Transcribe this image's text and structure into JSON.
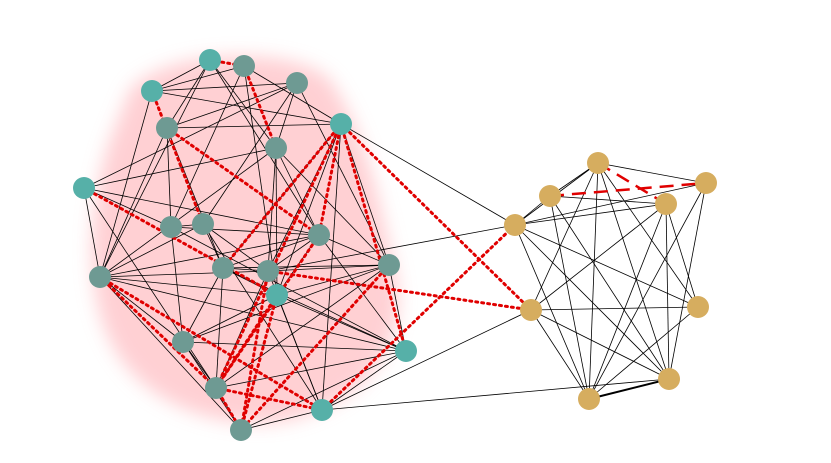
{
  "colors": {
    "background": "#ffffff",
    "region_fill": "#ffc8cc",
    "teal_node": "#56b0a8",
    "gray_node": "#6e9a93",
    "gold_node": "#d6ad5f",
    "edge": "#000000",
    "dotted_edge": "#e00000",
    "dashed_edge": "#e00000"
  },
  "region_label": "",
  "nodes": [
    {
      "id": "n1",
      "group": "teal"
    },
    {
      "id": "n2",
      "group": "gray"
    },
    {
      "id": "n3",
      "group": "teal"
    },
    {
      "id": "n4",
      "group": "gray"
    },
    {
      "id": "n5",
      "group": "gray"
    },
    {
      "id": "n6",
      "group": "teal"
    },
    {
      "id": "n7",
      "group": "gray"
    },
    {
      "id": "n8",
      "group": "teal"
    },
    {
      "id": "n9",
      "group": "gray"
    },
    {
      "id": "n10",
      "group": "gray"
    },
    {
      "id": "n11",
      "group": "gray"
    },
    {
      "id": "n12",
      "group": "gray"
    },
    {
      "id": "n13",
      "group": "gray"
    },
    {
      "id": "n14",
      "group": "gray"
    },
    {
      "id": "n15",
      "group": "teal"
    },
    {
      "id": "n16",
      "group": "gray"
    },
    {
      "id": "n17",
      "group": "gray"
    },
    {
      "id": "n18",
      "group": "teal"
    },
    {
      "id": "n19",
      "group": "gray"
    },
    {
      "id": "n20",
      "group": "teal"
    },
    {
      "id": "n21",
      "group": "gray"
    },
    {
      "id": "g1",
      "group": "gold"
    },
    {
      "id": "g2",
      "group": "gold"
    },
    {
      "id": "g3",
      "group": "gold"
    },
    {
      "id": "g4",
      "group": "gold"
    },
    {
      "id": "g5",
      "group": "gold"
    },
    {
      "id": "g6",
      "group": "gold"
    },
    {
      "id": "g7",
      "group": "gold"
    },
    {
      "id": "g8",
      "group": "gold"
    },
    {
      "id": "g9",
      "group": "gold"
    }
  ],
  "edges": [
    {
      "s": "n1",
      "t": "n2",
      "style": "dotted"
    },
    {
      "s": "n1",
      "t": "n3",
      "style": "solid"
    },
    {
      "s": "n1",
      "t": "n5",
      "style": "solid"
    },
    {
      "s": "n1",
      "t": "n7",
      "style": "solid"
    },
    {
      "s": "n1",
      "t": "n11",
      "style": "solid"
    },
    {
      "s": "n1",
      "t": "n12",
      "style": "solid"
    },
    {
      "s": "n2",
      "t": "n3",
      "style": "solid"
    },
    {
      "s": "n2",
      "t": "n6",
      "style": "solid"
    },
    {
      "s": "n2",
      "t": "n7",
      "style": "dotted"
    },
    {
      "s": "n2",
      "t": "n9",
      "style": "solid"
    },
    {
      "s": "n2",
      "t": "n15",
      "style": "solid"
    },
    {
      "s": "n3",
      "t": "n4",
      "style": "solid"
    },
    {
      "s": "n3",
      "t": "n6",
      "style": "solid"
    },
    {
      "s": "n3",
      "t": "n10",
      "style": "dotted"
    },
    {
      "s": "n3",
      "t": "n12",
      "style": "solid"
    },
    {
      "s": "n4",
      "t": "n5",
      "style": "solid"
    },
    {
      "s": "n4",
      "t": "n10",
      "style": "solid"
    },
    {
      "s": "n4",
      "t": "n16",
      "style": "solid"
    },
    {
      "s": "n4",
      "t": "n7",
      "style": "solid"
    },
    {
      "s": "n4",
      "t": "n8",
      "style": "solid"
    },
    {
      "s": "n5",
      "t": "n6",
      "style": "solid"
    },
    {
      "s": "n5",
      "t": "n11",
      "style": "dotted"
    },
    {
      "s": "n5",
      "t": "n13",
      "style": "solid"
    },
    {
      "s": "n5",
      "t": "n9",
      "style": "solid"
    },
    {
      "s": "n5",
      "t": "n12",
      "style": "solid"
    },
    {
      "s": "n6",
      "t": "n11",
      "style": "dotted"
    },
    {
      "s": "n6",
      "t": "n13",
      "style": "solid"
    },
    {
      "s": "n6",
      "t": "n14",
      "style": "solid"
    },
    {
      "s": "n6",
      "t": "n20",
      "style": "solid"
    },
    {
      "s": "n6",
      "t": "n15",
      "style": "solid"
    },
    {
      "s": "n6",
      "t": "n18",
      "style": "dotted"
    },
    {
      "s": "n6",
      "t": "n19",
      "style": "dotted"
    },
    {
      "s": "n6",
      "t": "n16",
      "style": "solid"
    },
    {
      "s": "n6",
      "t": "g1",
      "style": "solid"
    },
    {
      "s": "n6",
      "t": "g4",
      "style": "dotted"
    },
    {
      "s": "n6",
      "t": "n13",
      "style": "dotted"
    },
    {
      "s": "n7",
      "t": "n8",
      "style": "solid"
    },
    {
      "s": "n7",
      "t": "n11",
      "style": "solid"
    },
    {
      "s": "n7",
      "t": "n15",
      "style": "solid"
    },
    {
      "s": "n7",
      "t": "n12",
      "style": "solid"
    },
    {
      "s": "n7",
      "t": "n14",
      "style": "solid"
    },
    {
      "s": "n7",
      "t": "n16",
      "style": "solid"
    },
    {
      "s": "n8",
      "t": "n15",
      "style": "dotted"
    },
    {
      "s": "n8",
      "t": "n12",
      "style": "solid"
    },
    {
      "s": "n8",
      "t": "n9",
      "style": "solid"
    },
    {
      "s": "n8",
      "t": "n11",
      "style": "solid"
    },
    {
      "s": "n8",
      "t": "n19",
      "style": "solid"
    },
    {
      "s": "n9",
      "t": "n10",
      "style": "solid"
    },
    {
      "s": "n9",
      "t": "n11",
      "style": "solid"
    },
    {
      "s": "n9",
      "t": "n17",
      "style": "solid"
    },
    {
      "s": "n9",
      "t": "n18",
      "style": "solid"
    },
    {
      "s": "n9",
      "t": "n10",
      "style": "solid"
    },
    {
      "s": "n10",
      "t": "n12",
      "style": "solid"
    },
    {
      "s": "n10",
      "t": "n14",
      "style": "solid"
    },
    {
      "s": "n10",
      "t": "n20",
      "style": "solid"
    },
    {
      "s": "n10",
      "t": "n13",
      "style": "solid"
    },
    {
      "s": "n11",
      "t": "n13",
      "style": "solid"
    },
    {
      "s": "n11",
      "t": "n16",
      "style": "solid"
    },
    {
      "s": "n11",
      "t": "n12",
      "style": "solid"
    },
    {
      "s": "n11",
      "t": "n19",
      "style": "dotted"
    },
    {
      "s": "n11",
      "t": "n14",
      "style": "solid"
    },
    {
      "s": "n11",
      "t": "n15",
      "style": "solid"
    },
    {
      "s": "n11",
      "t": "n18",
      "style": "solid"
    },
    {
      "s": "n12",
      "t": "n17",
      "style": "solid"
    },
    {
      "s": "n12",
      "t": "n14",
      "style": "solid"
    },
    {
      "s": "n12",
      "t": "n18",
      "style": "solid"
    },
    {
      "s": "n13",
      "t": "n15",
      "style": "solid"
    },
    {
      "s": "n13",
      "t": "n14",
      "style": "solid"
    },
    {
      "s": "n13",
      "t": "n18",
      "style": "solid"
    },
    {
      "s": "n13",
      "t": "n16",
      "style": "solid"
    },
    {
      "s": "n13",
      "t": "n17",
      "style": "solid"
    },
    {
      "s": "n13",
      "t": "n19",
      "style": "solid"
    },
    {
      "s": "n14",
      "t": "n16",
      "style": "solid"
    },
    {
      "s": "n14",
      "t": "n19",
      "style": "solid"
    },
    {
      "s": "n14",
      "t": "n20",
      "style": "solid"
    },
    {
      "s": "n15",
      "t": "n16",
      "style": "solid"
    },
    {
      "s": "n15",
      "t": "n17",
      "style": "solid"
    },
    {
      "s": "n15",
      "t": "n19",
      "style": "dotted"
    },
    {
      "s": "n15",
      "t": "n21",
      "style": "dotted"
    },
    {
      "s": "n15",
      "t": "n18",
      "style": "solid"
    },
    {
      "s": "n15",
      "t": "n20",
      "style": "solid"
    },
    {
      "s": "n16",
      "t": "n19",
      "style": "solid"
    },
    {
      "s": "n16",
      "t": "n21",
      "style": "dotted"
    },
    {
      "s": "n16",
      "t": "n17",
      "style": "solid"
    },
    {
      "s": "n16",
      "t": "n18",
      "style": "solid"
    },
    {
      "s": "n17",
      "t": "n21",
      "style": "solid"
    },
    {
      "s": "n17",
      "t": "n18",
      "style": "solid"
    },
    {
      "s": "n17",
      "t": "n19",
      "style": "solid"
    },
    {
      "s": "n18",
      "t": "n19",
      "style": "solid"
    },
    {
      "s": "n18",
      "t": "n21",
      "style": "solid"
    },
    {
      "s": "n18",
      "t": "n20",
      "style": "solid"
    },
    {
      "s": "n19",
      "t": "n20",
      "style": "dotted"
    },
    {
      "s": "n19",
      "t": "n21",
      "style": "dotted"
    },
    {
      "s": "n20",
      "t": "n21",
      "style": "solid"
    },
    {
      "s": "n21",
      "t": "n17",
      "style": "solid"
    },
    {
      "s": "n12",
      "t": "n20",
      "style": "dotted"
    },
    {
      "s": "n12",
      "t": "n19",
      "style": "dotted"
    },
    {
      "s": "n12",
      "t": "n21",
      "style": "solid"
    },
    {
      "s": "n12",
      "t": "n15",
      "style": "solid"
    },
    {
      "s": "n21",
      "t": "n19",
      "style": "solid"
    },
    {
      "s": "n14",
      "t": "g1",
      "style": "solid"
    },
    {
      "s": "n14",
      "t": "g4",
      "style": "dotted"
    },
    {
      "s": "n19",
      "t": "n21",
      "style": "solid"
    },
    {
      "s": "n20",
      "t": "g1",
      "style": "dotted"
    },
    {
      "s": "n20",
      "t": "g4",
      "style": "solid"
    },
    {
      "s": "n20",
      "t": "g8",
      "style": "solid"
    },
    {
      "s": "n14",
      "t": "n21",
      "style": "dotted"
    },
    {
      "s": "n20",
      "t": "n21",
      "style": "solid"
    },
    {
      "s": "g1",
      "t": "g2",
      "style": "solid"
    },
    {
      "s": "g1",
      "t": "g3",
      "style": "solid"
    },
    {
      "s": "g1",
      "t": "g6",
      "style": "solid"
    },
    {
      "s": "g1",
      "t": "g7",
      "style": "solid"
    },
    {
      "s": "g1",
      "t": "g8",
      "style": "solid"
    },
    {
      "s": "g1",
      "t": "g9",
      "style": "solid"
    },
    {
      "s": "g1",
      "t": "g5",
      "style": "solid"
    },
    {
      "s": "g2",
      "t": "g3",
      "style": "solid"
    },
    {
      "s": "g2",
      "t": "g6",
      "style": "dashed"
    },
    {
      "s": "g2",
      "t": "g8",
      "style": "solid"
    },
    {
      "s": "g2",
      "t": "g9",
      "style": "solid"
    },
    {
      "s": "g3",
      "t": "g6",
      "style": "solid"
    },
    {
      "s": "g3",
      "t": "g7",
      "style": "solid"
    },
    {
      "s": "g3",
      "t": "g8",
      "style": "solid"
    },
    {
      "s": "g3",
      "t": "g9",
      "style": "solid"
    },
    {
      "s": "g3",
      "t": "g4",
      "style": "solid"
    },
    {
      "s": "g3",
      "t": "g5",
      "style": "dashed"
    },
    {
      "s": "g4",
      "t": "g5",
      "style": "solid"
    },
    {
      "s": "g4",
      "t": "g8",
      "style": "solid"
    },
    {
      "s": "g4",
      "t": "g9",
      "style": "solid"
    },
    {
      "s": "g4",
      "t": "g7",
      "style": "solid"
    },
    {
      "s": "g5",
      "t": "g7",
      "style": "solid"
    },
    {
      "s": "g5",
      "t": "g8",
      "style": "solid"
    },
    {
      "s": "g5",
      "t": "g9",
      "style": "solid"
    },
    {
      "s": "g5",
      "t": "g2",
      "style": "solid"
    },
    {
      "s": "g6",
      "t": "g8",
      "style": "solid"
    },
    {
      "s": "g6",
      "t": "g9",
      "style": "solid"
    },
    {
      "s": "g7",
      "t": "g9",
      "style": "solid"
    },
    {
      "s": "g8",
      "t": "g9",
      "style": "thick"
    }
  ]
}
